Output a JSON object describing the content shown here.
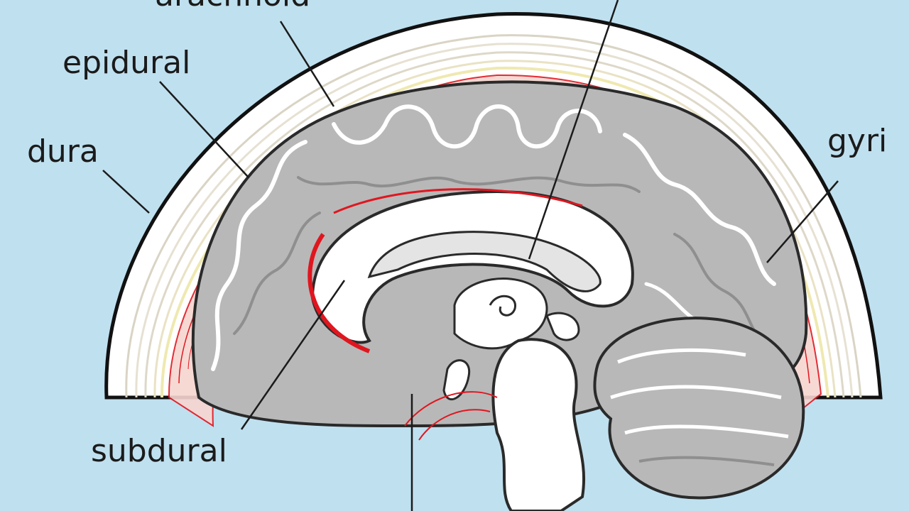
{
  "colors": {
    "background": "#bfe0ef",
    "skull": "#ffffff",
    "dura_layers": "#e9e4d6",
    "brain_gray": "#b8b8b8",
    "brain_dark": "#8f8f8f",
    "meninges_red": "#e0161f",
    "ink": "#1b1b1b"
  },
  "labels": {
    "arachnoid": "arachnoid",
    "epidural": "epidural",
    "dura": "dura",
    "gyri": "gyri",
    "subdural": "subdural"
  }
}
